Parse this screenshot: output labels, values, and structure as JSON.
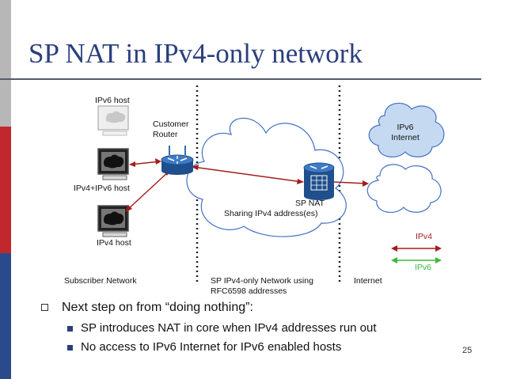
{
  "slide": {
    "title": "SP NAT in IPv4-only network",
    "page_number": "25"
  },
  "diagram": {
    "hosts": {
      "ipv6": "IPv6 host",
      "dual": "IPv4+IPv6 host",
      "ipv4": "IPv4 host"
    },
    "customer_router": [
      "Customer",
      "Router"
    ],
    "sp_nat": [
      "SP NAT",
      "Sharing IPv4 address(es)"
    ],
    "ipv6_internet": [
      "IPv6",
      "Internet"
    ],
    "zones": {
      "subscriber": "Subscriber Network",
      "sp_network": [
        "SP IPv4-only Network using",
        "RFC6598 addresses"
      ],
      "internet": "Internet"
    },
    "legend": {
      "ipv4": "IPv4",
      "ipv6": "IPv6"
    }
  },
  "bullets": {
    "main": "Next step on from “doing nothing”:",
    "sub": [
      "SP introduces NAT in core when IPv4 addresses run out",
      "No access to IPv6 Internet for IPv6 enabled hosts"
    ]
  },
  "colors": {
    "title": "#2a3f7c",
    "ipv4_link": "#a51c1c",
    "ipv6_link": "#3cb83c",
    "cloud_outline": "#4472c4",
    "stripe_red": "#c0282d",
    "stripe_blue": "#2b4a8b"
  },
  "icons": [
    "ipv6-host-icon",
    "ipv4-ipv6-host-icon",
    "ipv4-host-icon",
    "customer-router-icon",
    "sp-nat-router-icon",
    "cloud-icon"
  ]
}
